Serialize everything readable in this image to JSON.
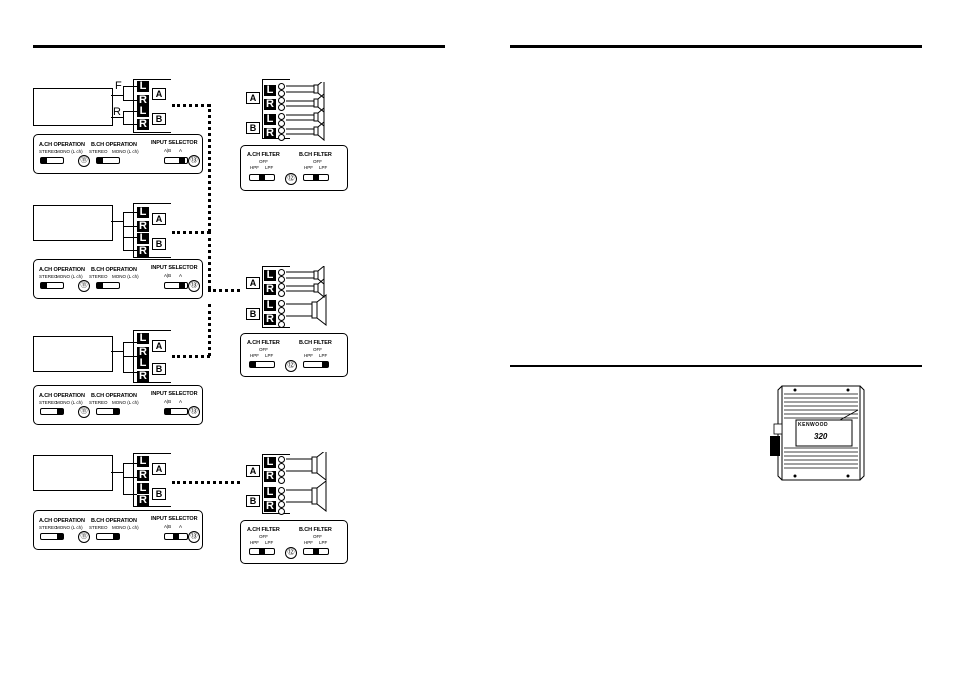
{
  "labels": {
    "front": "F",
    "rear": "R",
    "left": "L",
    "right": "R",
    "ch_a": "A",
    "ch_b": "B"
  },
  "panel_text": {
    "a_ch_operation": "A.CH OPERATION",
    "b_ch_operation": "B.CH OPERATION",
    "input_selector": "INPUT SELECTOR",
    "stereo": "STEREO",
    "mono": "MONO (L ch)",
    "ab": "A|B",
    "a": "A",
    "a_ch_filter": "A.CH FILTER",
    "b_ch_filter": "B.CH FILTER",
    "off": "OFF",
    "hpf": "HPF",
    "lpf": "LPF",
    "num11": "⑪",
    "num12": "⑫",
    "num13": "⑬"
  },
  "amplifier": {
    "brand": "KENWOOD",
    "model": "320"
  }
}
